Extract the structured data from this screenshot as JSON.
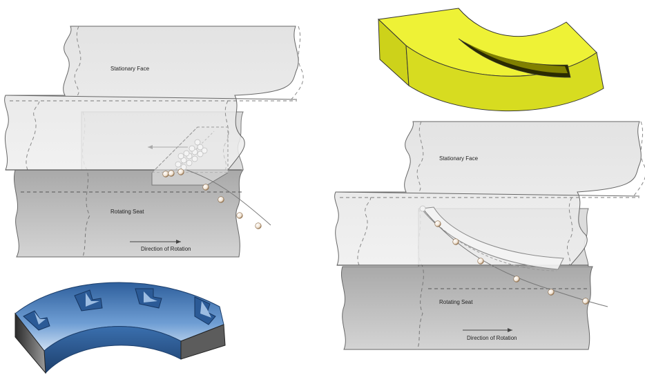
{
  "left_diagram": {
    "stationary_face_label": "Stationary Face",
    "rotating_seat_label": "Rotating Seat",
    "direction_label": "Direction of Rotation"
  },
  "right_diagram": {
    "stationary_face_label": "Stationary Face",
    "rotating_seat_label": "Rotating Seat",
    "direction_label": "Direction of Rotation"
  },
  "colors": {
    "yellow_part": "#e8ec1c",
    "blue_part": "#3f76b8",
    "stationary_fill": "#e9e9e9",
    "rotating_fill": "#bdbdbd",
    "particle": "#f2e6d8"
  },
  "icons": [
    "yellow-spiral-groove-ring-icon",
    "blue-notched-ring-icon",
    "direction-arrow-icon"
  ]
}
